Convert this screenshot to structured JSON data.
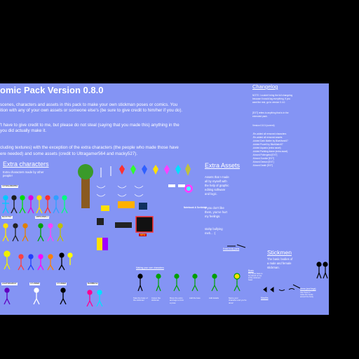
{
  "header": {
    "title": "omic Pack Version 0.8.0"
  },
  "intro": {
    "lines": [
      "scenes, characters and assets in this pack to make your own stickman poses or comics. You",
      "ition with any of your own assets or someone else's (be sure to give credit to him/her if you do)."
    ]
  },
  "credit": {
    "lines": [
      "'t have to give credit to me, but please do not steal (saying that you made this) anything in the",
      "you did actually make it."
    ]
  },
  "textures": {
    "lines": [
      "cluding textures) with the exception of the extra characters (the people who made those have",
      "ere needed) and some assets (credit to Ultragamer564 and macky527)."
    ]
  },
  "extra_characters": {
    "heading": "Extra characters",
    "subtitle": "Extra characters made by other people!",
    "labels": [
      "ULTRAGAMER564",
      "MACKY527",
      "ARRSAIDER+1",
      "LIGHTNINGBOLT",
      "CYLINDER",
      "BLOBBIUS2"
    ]
  },
  "assets_labels": {
    "notebook_label": "Notebook & Scribbles",
    "new_badge": "NEW"
  },
  "extra_assets": {
    "heading": "Extra Assets",
    "body": [
      "Assets that I made",
      "all by myself with",
      "the help of graphic",
      "editing software",
      "and logic."
    ],
    "pirate": [
      "If you don't like",
      "them, you've hurt",
      "my feelings."
    ],
    "joke": [
      "stahp bullying",
      "meh... :("
    ],
    "link_label": "Extra body parts"
  },
  "changelog": {
    "heading": "Changelog",
    "note": [
      "NOTE: I couldn't bring the full changelog",
      "because it would lag everything. If you",
      "want the rest, go to version 0.4.0."
    ],
    "ext_note": [
      "[EXT] refers to anything that is in the",
      "extended pack."
    ],
    "version_label": "Version 0.8.0 (current)",
    "items": [
      "-Re-added all removed characters",
      "-Re-added all removed assets",
      "-Added Dark Matter by BlueMario57",
      "-Added Powell by BlueMario57",
      "-Added Aquaria (extra asset)",
      "-Added Painting frame (extra asset)",
      "-Moved Poltergeist [EXT]",
      "-Moved Zombie [EXT]",
      "-Moved Demon [EXT]",
      "-Moved Death [EXT]"
    ]
  },
  "stickmen": {
    "heading": "Stickmen",
    "body": [
      "The basic bodies of",
      "a male and female",
      "stickman."
    ]
  },
  "bottom": {
    "making_label": "Making your own characters",
    "steps": [
      "Take the body of the stickman",
      "Colour the stickman",
      "Move the arms and legs to form a pose",
      "Add the face",
      "Add details",
      "Name your character and you're done!"
    ],
    "extras_label": "Bows",
    "extras_note": [
      "The bows have to",
      "be placed on top",
      "of the stickman",
      "head."
    ],
    "mouths_label": "Mouths",
    "arms_label": "Arms (and legs)",
    "arms_note": [
      "Use these to",
      "make the hands",
      "around the body."
    ]
  },
  "colors": {
    "background": "#8494f4",
    "text": "#ffffff",
    "page": "#000000"
  }
}
